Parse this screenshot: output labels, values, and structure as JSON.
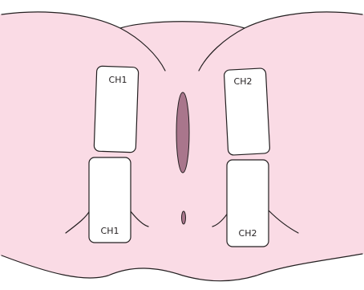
{
  "colors": {
    "skin": "#fadbe5",
    "outline": "#231f20",
    "slit": "#a9768c",
    "pad_fill": "#ffffff"
  },
  "pads": {
    "ch1_upper": {
      "label": "CH1"
    },
    "ch1_lower": {
      "label": "CH1"
    },
    "ch2_upper": {
      "label": "CH2"
    },
    "ch2_lower": {
      "label": "CH2"
    }
  }
}
